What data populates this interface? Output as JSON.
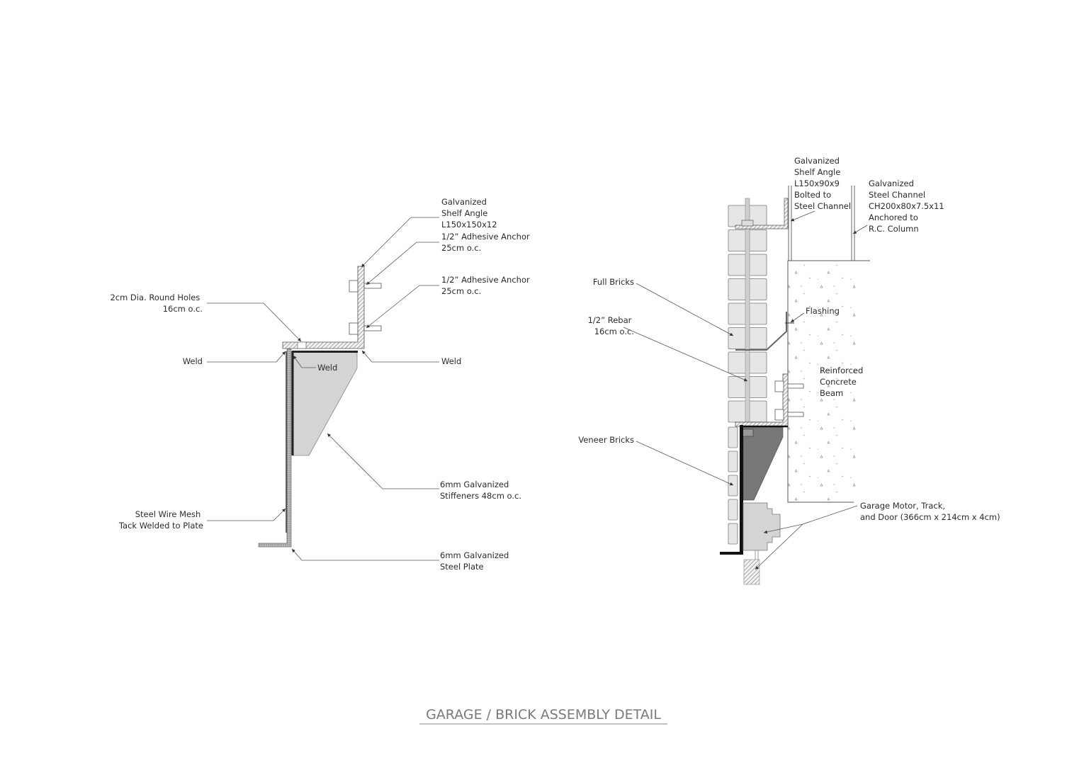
{
  "title": "GARAGE / BRICK ASSEMBLY DETAIL",
  "colors": {
    "steel_hatch": "#888888",
    "stiffener_light": "#d4d4d4",
    "stiffener_dark": "#777777",
    "brick": "#e6e6e6",
    "concrete": "#ffffff",
    "text": "#2b2b2b",
    "title": "#7a7a7a"
  },
  "left_detail": {
    "shelf_angle": [
      "Galvanized",
      "Shelf Angle",
      "L150x150x12"
    ],
    "anchor_upper": [
      "1/2” Adhesive Anchor",
      "25cm o.c."
    ],
    "anchor_lower": [
      "1/2” Adhesive Anchor",
      "25cm o.c."
    ],
    "round_holes": [
      "2cm Dia. Round Holes",
      "16cm o.c."
    ],
    "weld_left": "Weld",
    "weld_inner": "Weld",
    "weld_right": "Weld",
    "stiffeners": [
      "6mm Galvanized",
      "Stiffeners 48cm o.c."
    ],
    "wire_mesh": [
      "Steel Wire Mesh",
      "Tack Welded to Plate"
    ],
    "steel_plate": [
      "6mm Galvanized",
      "Steel Plate"
    ]
  },
  "right_detail": {
    "shelf_angle": [
      "Galvanized",
      "Shelf Angle",
      "L150x90x9",
      "Bolted to",
      "Steel Channel"
    ],
    "steel_channel": [
      "Galvanized",
      "Steel Channel",
      "CH200x80x7.5x11",
      "Anchored to",
      "R.C. Column"
    ],
    "full_bricks": "Full Bricks",
    "rebar": [
      "1/2” Rebar",
      "16cm o.c."
    ],
    "flashing": "Flashing",
    "concrete_beam": [
      "Reinforced",
      "Concrete",
      "Beam"
    ],
    "veneer_bricks": "Veneer Bricks",
    "garage": [
      "Garage Motor, Track,",
      "and Door (366cm x 214cm x 4cm)"
    ]
  }
}
